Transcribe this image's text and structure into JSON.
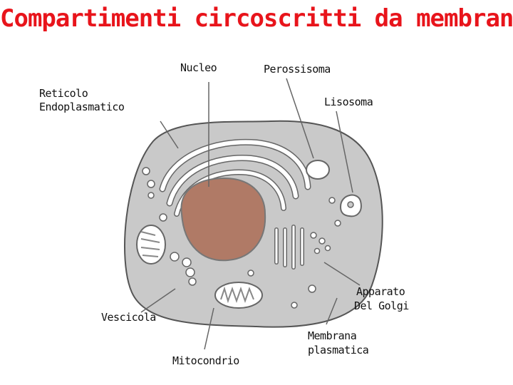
{
  "title": "Compartimenti circoscritti da membrana",
  "labels": {
    "nucleo": "Nucleo",
    "perossisoma": "Perossisoma",
    "reticolo_line1": "Reticolo",
    "reticolo_line2": "Endoplasmatico",
    "lisosoma": "Lisosoma",
    "apparato_line1": "Apparato",
    "apparato_line2": "Del Golgi",
    "vescicola": "Vescicola",
    "membrana_line1": "Membrana",
    "membrana_line2": "plasmatica",
    "mitocondrio": "Mitocondrio"
  },
  "colors": {
    "title": "#e8141b",
    "cytoplasm": "#c9c9c9",
    "nucleus": "#b07a66",
    "membrane": "#ffffff",
    "outline": "#444444"
  }
}
